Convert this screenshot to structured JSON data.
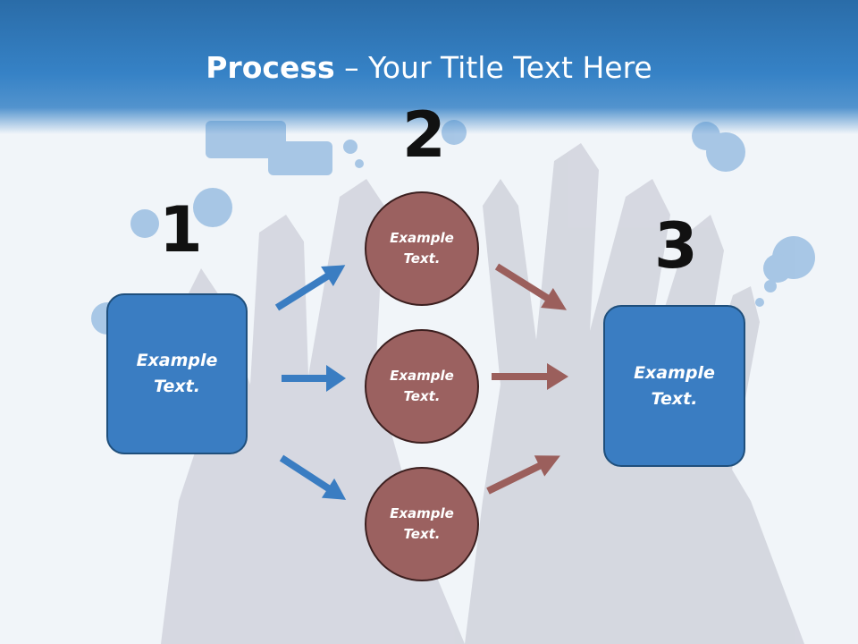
{
  "slide": {
    "title_bold": "Process",
    "title_rest": " – Your Title Text Here",
    "colors": {
      "header": "#3682c6",
      "box": "#3a7dc2",
      "circle": "#9b6160",
      "blue_arrow": "#3a7dc2",
      "red_arrow": "#9b5f5c"
    }
  },
  "steps": {
    "one": "1",
    "two": "2",
    "three": "3"
  },
  "left_box": {
    "line1": "Example",
    "line2": "Text."
  },
  "right_box": {
    "line1": "Example",
    "line2": "Text."
  },
  "circles": [
    {
      "line1": "Example",
      "line2": "Text."
    },
    {
      "line1": "Example",
      "line2": "Text."
    },
    {
      "line1": "Example",
      "line2": "Text."
    }
  ]
}
